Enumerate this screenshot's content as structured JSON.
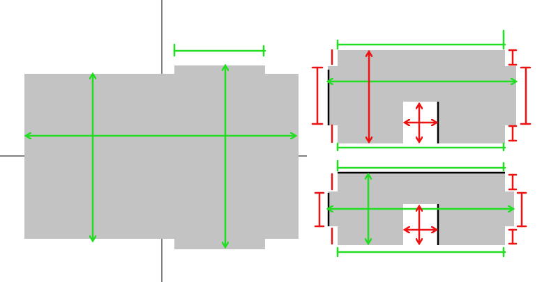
{
  "colors": {
    "background": "#ffffff",
    "shape_fill": "#c3c3c3",
    "axis_line": "#000000",
    "dimension_green": "#22dd22",
    "dimension_red": "#ee1111"
  },
  "panels": [
    {
      "name": "large-cross-shape",
      "annotation_colors": [
        "green"
      ]
    },
    {
      "name": "top-right-notched-shape",
      "annotation_colors": [
        "green",
        "red"
      ]
    },
    {
      "name": "bottom-right-notched-shape",
      "annotation_colors": [
        "green",
        "red"
      ]
    }
  ]
}
